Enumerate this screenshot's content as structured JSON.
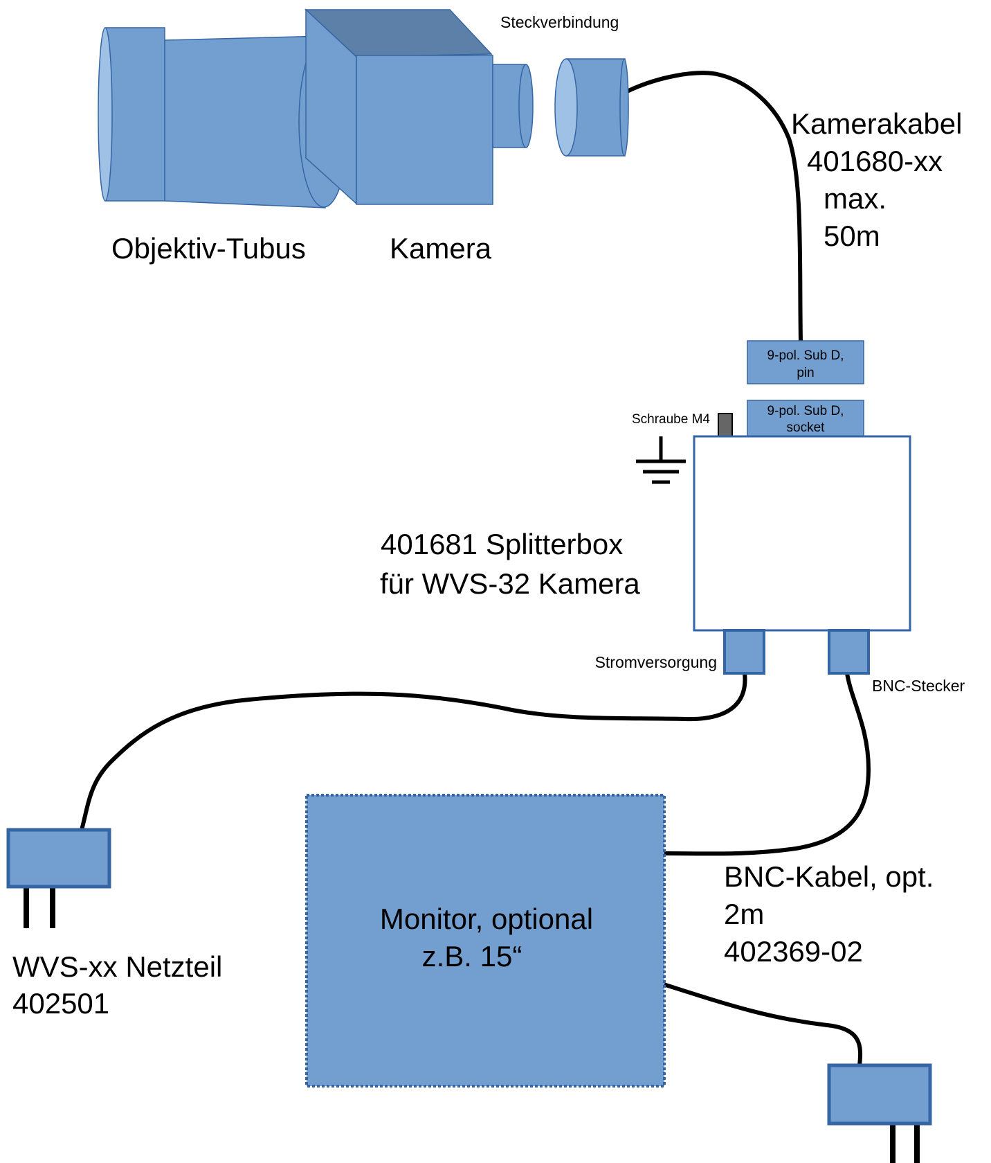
{
  "colors": {
    "device_fill": "#729fcf",
    "device_light": "#9fc1e6",
    "device_dark": "#5c80a8",
    "device_stroke": "#3465a4",
    "cable": "#000000",
    "box_fill": "#ffffff",
    "screw": "#666666"
  },
  "labels": {
    "steckverbindung": "Steckverbindung",
    "kamerakabel": [
      "Kamerakabel",
      "401680-xx",
      "max.",
      "50m"
    ],
    "objektiv_tubus": "Objektiv-Tubus",
    "kamera": "Kamera",
    "subd_pin": [
      "9-pol. Sub D,",
      "pin"
    ],
    "subd_socket": [
      "9-pol. Sub D,",
      "socket"
    ],
    "schraube": "Schraube M4",
    "splitterbox": [
      "401681 Splitterbox",
      "für WVS-32 Kamera"
    ],
    "stromversorgung": "Stromversorgung",
    "bnc_stecker": "BNC-Stecker",
    "monitor": [
      "Monitor, optional",
      "z.B. 15“"
    ],
    "bnc_kabel": [
      "BNC-Kabel, opt.",
      "2m",
      "402369-02"
    ],
    "netzteil": [
      "WVS-xx Netzteil",
      "402501"
    ]
  },
  "icons": {
    "ground": "ground-symbol-icon",
    "screw": "screw-icon"
  }
}
